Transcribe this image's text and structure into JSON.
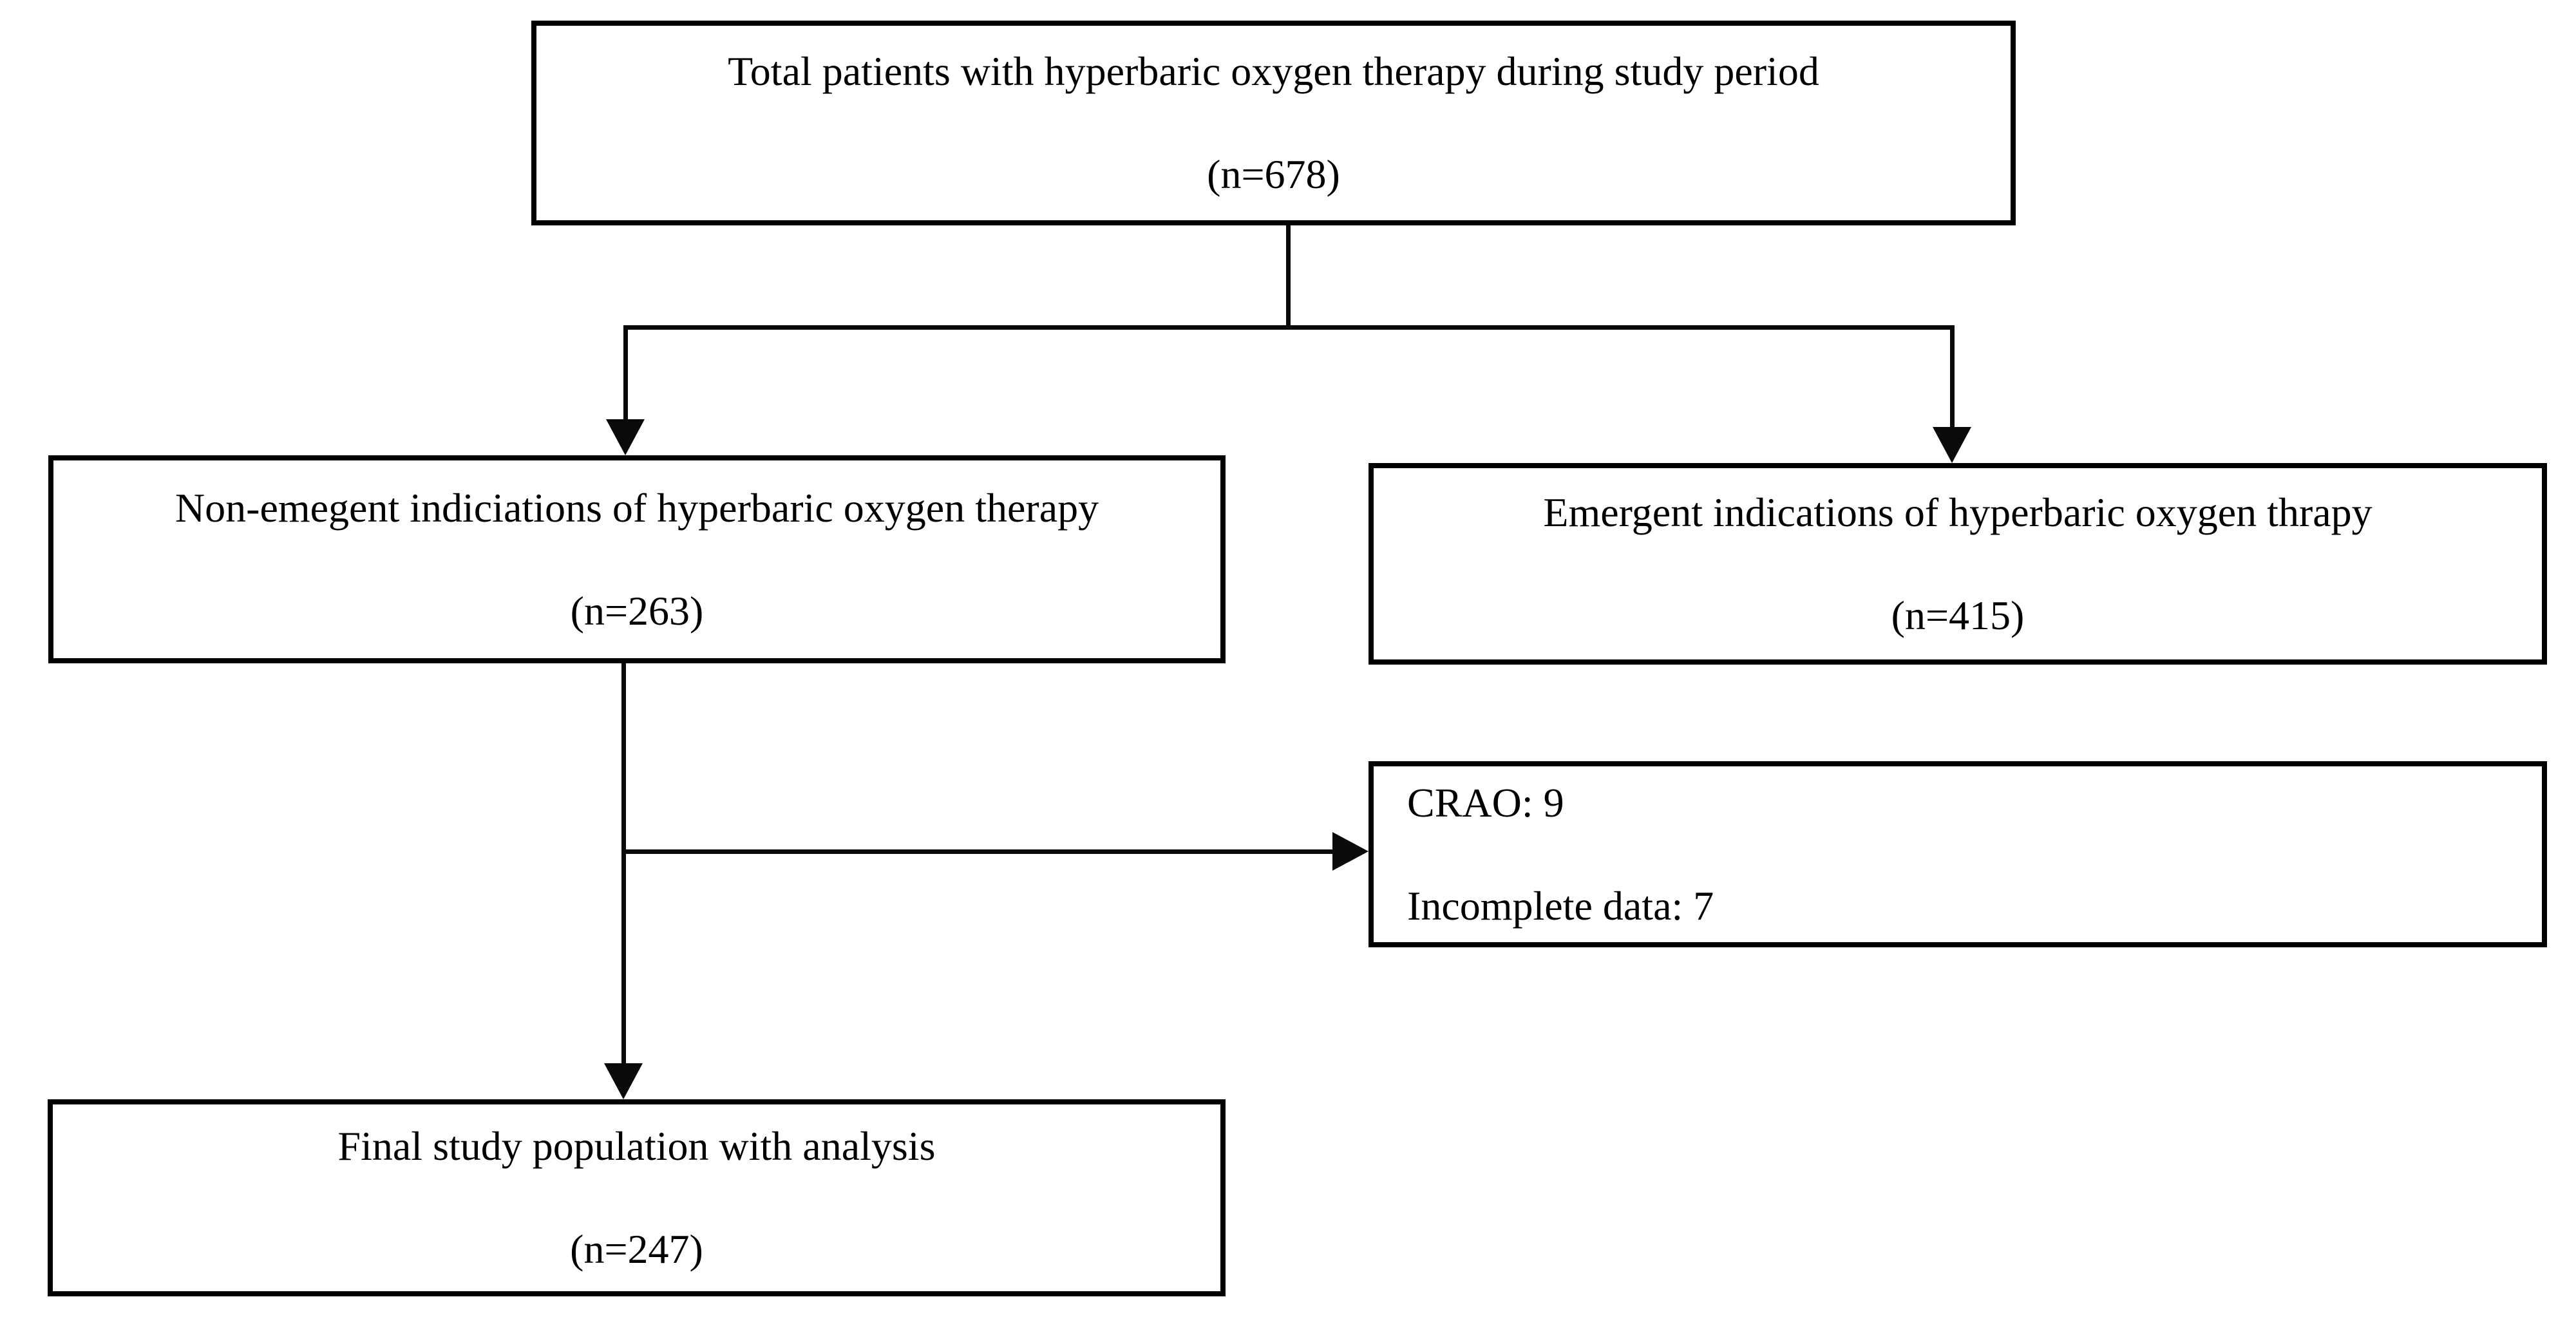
{
  "diagram": {
    "type": "study-flow-diagram",
    "colors": {
      "background": "#ffffff",
      "line": "#0a0a0a",
      "text": "#000000",
      "box_border": "#000000"
    },
    "boxes": {
      "total": {
        "line1": "Total patients with hyperbaric oxygen therapy during study period",
        "line2": "(n=678)"
      },
      "non_emergent": {
        "line1": "Non-emegent indiciations of hyperbaric oxygen therapy",
        "line2": "(n=263)"
      },
      "emergent": {
        "line1": "Emergent indications of hyperbaric oxygen thrapy",
        "line2": "(n=415)"
      },
      "excluded": {
        "line1": "CRAO: 9",
        "line2": "Incomplete data: 7"
      },
      "final": {
        "line1": "Final study population with analysis",
        "line2": "(n=247)"
      }
    },
    "edges": [
      {
        "from": "total",
        "to": "non_emergent",
        "style": "arrow"
      },
      {
        "from": "total",
        "to": "emergent",
        "style": "arrow"
      },
      {
        "from": "non_emergent",
        "to": "excluded",
        "style": "arrow"
      },
      {
        "from": "non_emergent",
        "to": "final",
        "style": "arrow"
      }
    ]
  }
}
